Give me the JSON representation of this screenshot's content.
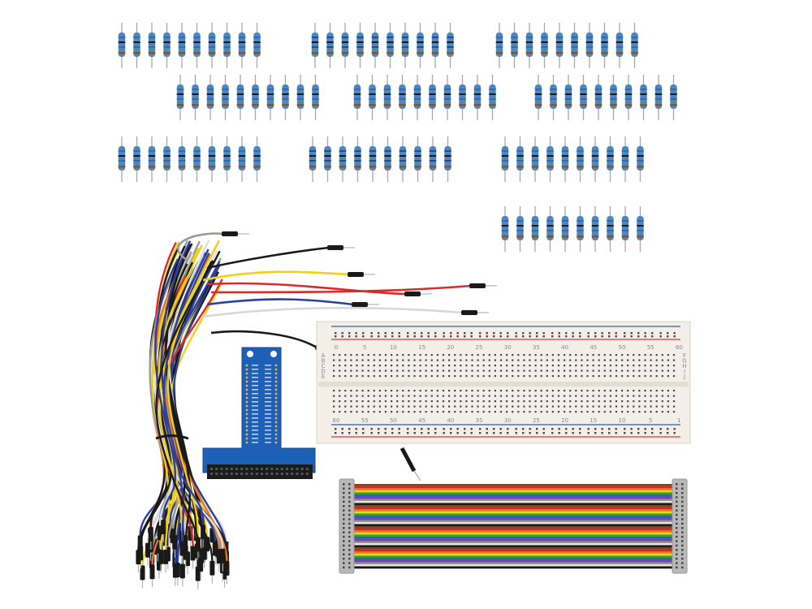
{
  "scene": {
    "background": "#ffffff",
    "resistor_groups": [
      {
        "count": 10,
        "band_color": "#2f6ea6"
      },
      {
        "count": 10,
        "band_color": "#24507f"
      },
      {
        "count": 10,
        "band_color": "#2f6ea6"
      },
      {
        "count": 10,
        "band_color": "#2f6ea6"
      },
      {
        "count": 10,
        "band_color": "#2f6ea6"
      },
      {
        "count": 10,
        "band_color": "#2f6ea6"
      },
      {
        "count": 10,
        "band_color": "#2f6ea6"
      },
      {
        "count": 10,
        "band_color": "#24507f"
      },
      {
        "count": 10,
        "band_color": "#2f6ea6"
      },
      {
        "count": 10,
        "band_color": "#2f6ea6"
      }
    ],
    "resistor_body_color": "#4d86c2",
    "breadboard": {
      "body_color": "#f3eee8",
      "rail_red": "#d9343a",
      "rail_blue": "#2d5fb3",
      "top_numbers": [
        "0",
        "5",
        "10",
        "15",
        "20",
        "25",
        "30",
        "35",
        "40",
        "45",
        "50",
        "55",
        "60"
      ],
      "bottom_numbers": [
        "60",
        "55",
        "50",
        "45",
        "40",
        "35",
        "30",
        "25",
        "20",
        "15",
        "10",
        "5",
        "1"
      ],
      "row_letters_top": [
        "A",
        "B",
        "C",
        "D",
        "E"
      ],
      "row_letters_bottom": [
        "F",
        "G",
        "H",
        "I",
        "J"
      ]
    },
    "t_cobbler": {
      "board_color": "#1e5fb8",
      "header_color": "#1c1c1c"
    },
    "ribbon_cable": {
      "connector_color": "#b8b8b8",
      "wire_colors": [
        "#7a4a22",
        "#d12a2a",
        "#f07a1c",
        "#f2d21b",
        "#2e9e3a",
        "#2a5fc9",
        "#7a3fb0",
        "#8c8c8c",
        "#f2f2f2",
        "#1a1a1a"
      ]
    },
    "jumper_wire_colors": [
      "#1a1a1a",
      "#e8771f",
      "#d92b2b",
      "#f2cf1a",
      "#ffffff",
      "#2a3f9e",
      "#9a9a9a"
    ]
  }
}
